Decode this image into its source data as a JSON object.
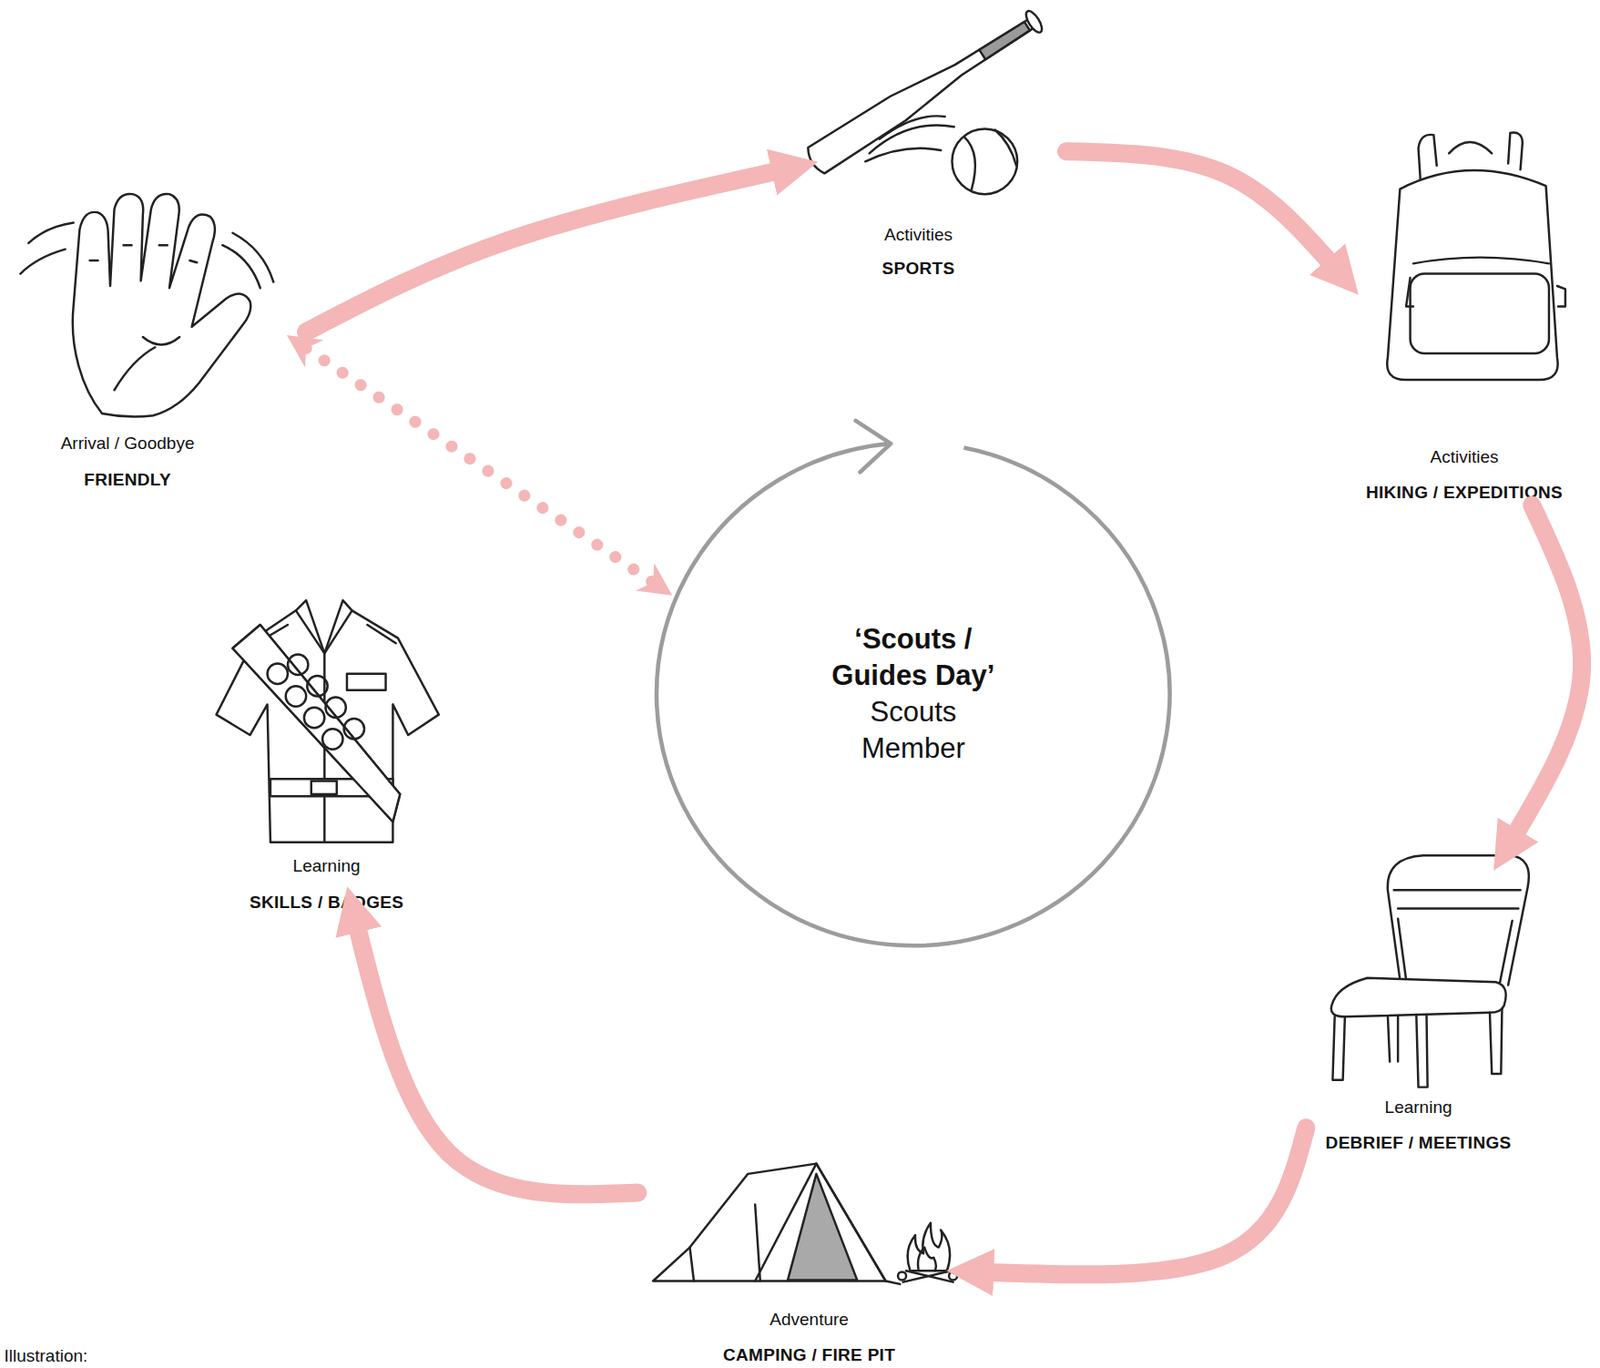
{
  "diagram": {
    "nodes": [
      {
        "text": [
          "Arrival / Goodbye",
          "FRIENDLY"
        ]
      },
      {
        "text": [
          "Activities",
          "SPORTS"
        ]
      },
      {
        "text": [
          "Activities",
          "HIKING / EXPEDITIONS"
        ]
      },
      {
        "text": [
          "‘Scouts / Guides Day’",
          "Scouts Member"
        ]
      },
      {
        "text": [
          "Learning",
          "SKILLS / BADGES"
        ]
      },
      {
        "text": [
          "Learning",
          "DEBRIEF / MEETINGS"
        ]
      },
      {
        "text": [
          "Adventure",
          "CAMPING / FIRE PIT"
        ]
      }
    ],
    "edges": [
      {
        "from": 0,
        "to": 1,
        "arrow": "to"
      },
      {
        "from": 1,
        "to": 2,
        "arrow": "to"
      },
      {
        "from": 2,
        "to": 5,
        "arrow": "to"
      },
      {
        "from": 5,
        "to": 6,
        "arrow": "to"
      },
      {
        "from": 6,
        "to": 4,
        "arrow": "to"
      },
      {
        "from": 0,
        "to": 3,
        "arrow": "both"
      }
    ],
    "labels": [
      "Illustration:"
    ]
  }
}
